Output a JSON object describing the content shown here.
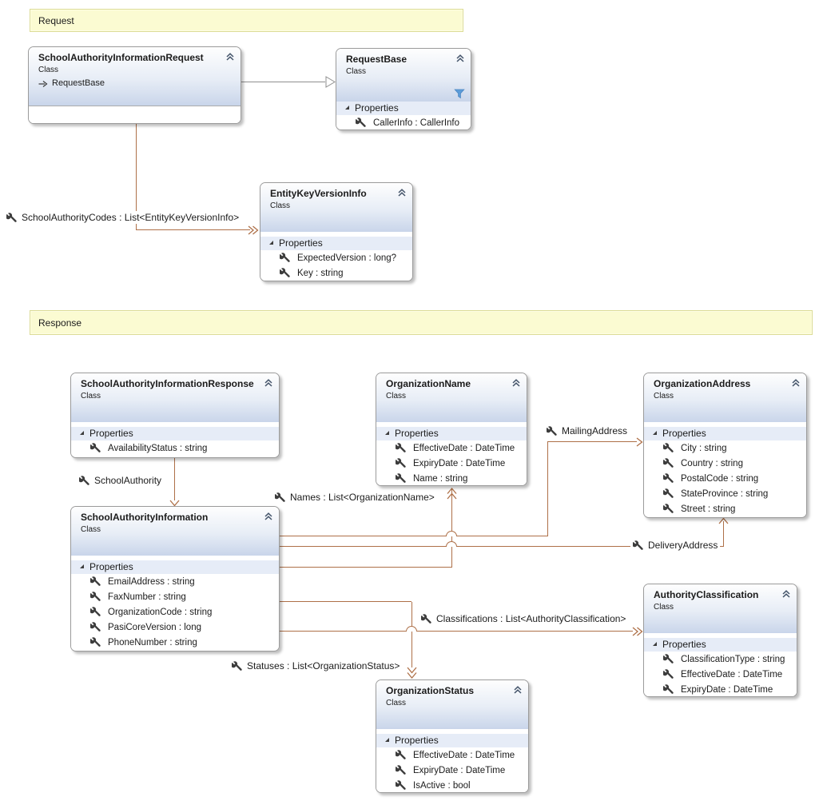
{
  "diagram": {
    "notes": {
      "request": "Request",
      "response": "Response"
    },
    "classes": {
      "school_authority_information_request": {
        "title": "SchoolAuthorityInformationRequest",
        "kind": "Class",
        "inherits": "RequestBase"
      },
      "request_base": {
        "title": "RequestBase",
        "kind": "Class",
        "section": "Properties",
        "members": [
          "CallerInfo : CallerInfo"
        ]
      },
      "entity_key_version_info": {
        "title": "EntityKeyVersionInfo",
        "kind": "Class",
        "section": "Properties",
        "members": [
          "ExpectedVersion : long?",
          "Key : string"
        ]
      },
      "school_authority_information_response": {
        "title": "SchoolAuthorityInformationResponse",
        "kind": "Class",
        "section": "Properties",
        "members": [
          "AvailabilityStatus : string"
        ]
      },
      "organization_name": {
        "title": "OrganizationName",
        "kind": "Class",
        "section": "Properties",
        "members": [
          "EffectiveDate : DateTime",
          "ExpiryDate : DateTime",
          "Name : string"
        ]
      },
      "organization_address": {
        "title": "OrganizationAddress",
        "kind": "Class",
        "section": "Properties",
        "members": [
          "City : string",
          "Country : string",
          "PostalCode : string",
          "StateProvince : string",
          "Street : string"
        ]
      },
      "school_authority_information": {
        "title": "SchoolAuthorityInformation",
        "kind": "Class",
        "section": "Properties",
        "members": [
          "EmailAddress : string",
          "FaxNumber : string",
          "OrganizationCode : string",
          "PasiCoreVersion : long",
          "PhoneNumber : string"
        ]
      },
      "authority_classification": {
        "title": "AuthorityClassification",
        "kind": "Class",
        "section": "Properties",
        "members": [
          "ClassificationType : string",
          "EffectiveDate : DateTime",
          "ExpiryDate : DateTime"
        ]
      },
      "organization_status": {
        "title": "OrganizationStatus",
        "kind": "Class",
        "section": "Properties",
        "members": [
          "EffectiveDate : DateTime",
          "ExpiryDate : DateTime",
          "IsActive : bool"
        ]
      }
    },
    "associations": {
      "school_authority_codes": "SchoolAuthorityCodes : List<EntityKeyVersionInfo>",
      "school_authority": "SchoolAuthority",
      "names": "Names : List<OrganizationName>",
      "mailing_address": "MailingAddress",
      "delivery_address": "DeliveryAddress",
      "statuses": "Statuses : List<OrganizationStatus>",
      "classifications": "Classifications : List<AuthorityClassification>"
    },
    "colors": {
      "association_line": "#AE7048",
      "inheritance_line": "#8F8F8F",
      "note_background": "#FBFBD2",
      "note_border": "#DCDC96",
      "header_gradient_bottom": "#C9D5EA",
      "filter_icon": "#5C9CD9"
    }
  }
}
